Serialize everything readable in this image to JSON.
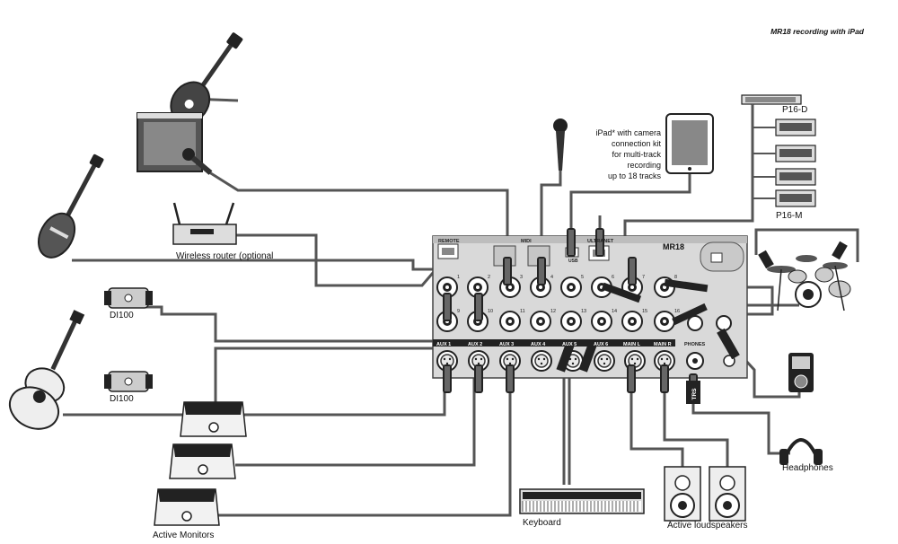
{
  "title": "MR18 recording with iPad",
  "mixer": {
    "brand": "MR18",
    "labels": {
      "remote": "REMOTE",
      "midi": "MIDI",
      "usb": "USB",
      "ultranet": "ULTRANET",
      "aux": [
        "AUX 1",
        "AUX 2",
        "AUX 3",
        "AUX 4",
        "AUX 5",
        "AUX 6"
      ],
      "main_l": "MAIN L",
      "main_r": "MAIN R",
      "phones": "PHONES",
      "input_numbers_top": [
        "1",
        "2",
        "3",
        "4",
        "5",
        "6",
        "7",
        "8"
      ],
      "input_numbers_bottom": [
        "9",
        "10",
        "11",
        "12",
        "13",
        "14",
        "15",
        "16"
      ]
    }
  },
  "devices": {
    "wireless_router": "Wireless router (optional",
    "di100_a": "DI100",
    "di100_b": "DI100",
    "active_monitors": "Active Monitors",
    "keyboard": "Keyboard",
    "active_loudspeakers": "Active loudspeakers",
    "headphones": "Headphones",
    "p16d": "P16-D",
    "p16m": "P16-M",
    "trs": "TRS",
    "ipad_note": [
      "iPad* with camera",
      "connection kit",
      "for multi-track",
      "recording",
      "up to 18 tracks"
    ]
  },
  "colors": {
    "panel": "#d9d9d9",
    "panel_dark": "#bdbdbd",
    "cable": "#555555",
    "ink": "#111111"
  }
}
